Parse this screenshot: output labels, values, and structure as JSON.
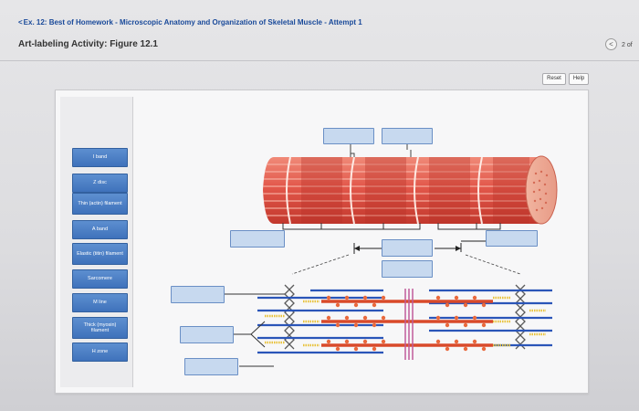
{
  "header": {
    "breadcrumb_chevron": "<",
    "breadcrumb": "Ex. 12: Best of Homework - Microscopic Anatomy and Organization of Skeletal Muscle - Attempt 1",
    "title": "Art-labeling Activity: Figure 12.1",
    "prev_icon": "chevron-left-icon",
    "prev_glyph": "<",
    "page_count": "2 of"
  },
  "toolbar": {
    "reset_label": "Reset",
    "help_label": "Help"
  },
  "label_bank": [
    {
      "text": "I band"
    },
    {
      "text": "Z disc"
    },
    {
      "text": "Thin (actin) filament"
    },
    {
      "text": "A band"
    },
    {
      "text": "Elastic (titin) filament"
    },
    {
      "text": "Sarcomere"
    },
    {
      "text": "M line"
    },
    {
      "text": "Thick (myosin) filament"
    },
    {
      "text": "H zone"
    }
  ],
  "drop_targets_count": 9,
  "colors": {
    "accent": "#1a4a9a",
    "label_blue": "#4a7fc6",
    "target_fill": "#c7d9ef",
    "myofibril_red": "#e2574a",
    "thick_filament": "#d94a2a",
    "thin_filament": "#2a55b8",
    "titin": "#e8c23a",
    "z_disc": "#c05a9a"
  }
}
